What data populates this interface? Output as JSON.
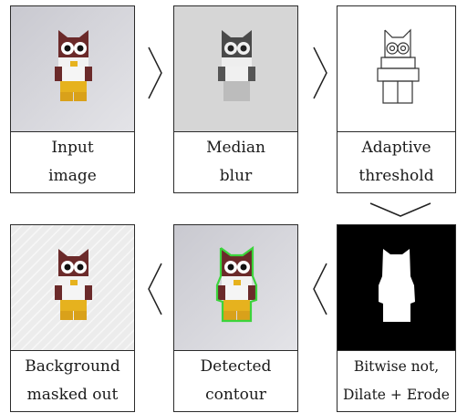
{
  "steps": [
    {
      "line1": "Input",
      "line2": "image"
    },
    {
      "line1": "Median",
      "line2": "blur"
    },
    {
      "line1": "Adaptive",
      "line2": "threshold"
    },
    {
      "line1": "Bitwise not,",
      "line2": "Dilate + Erode"
    },
    {
      "line1": "Detected",
      "line2": "contour"
    },
    {
      "line1": "Background",
      "line2": "masked out"
    }
  ],
  "colors": {
    "border": "#2b2b2b",
    "photo_bg": "#d9d9df",
    "owl_maroon": "#6b2a2a",
    "owl_yellow": "#e6b21e",
    "contour_green": "#3cd43c",
    "mask_black": "#000000"
  },
  "icons": [
    "right-chevron-icon",
    "down-chevron-icon",
    "left-chevron-icon"
  ]
}
